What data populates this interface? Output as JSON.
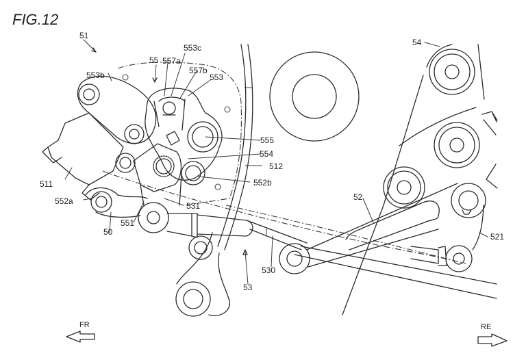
{
  "figure": {
    "title": "FIG.12",
    "type": "patent-drawing",
    "subject": "shift mechanism assembly (side view)"
  },
  "reference_labels": {
    "l51": "51",
    "l55": "55",
    "l553c": "553c",
    "l557a": "557a",
    "l557b": "557b",
    "l553": "553",
    "l553b": "553b",
    "l555": "555",
    "l554": "554",
    "l512": "512",
    "l552b": "552b",
    "l511": "511",
    "l552a": "552a",
    "l531": "531",
    "l551": "551",
    "l50": "50",
    "l52": "52",
    "l521": "521",
    "l530": "530",
    "l53": "53",
    "l54": "54"
  },
  "directions": {
    "front": "FR",
    "rear": "RE"
  }
}
